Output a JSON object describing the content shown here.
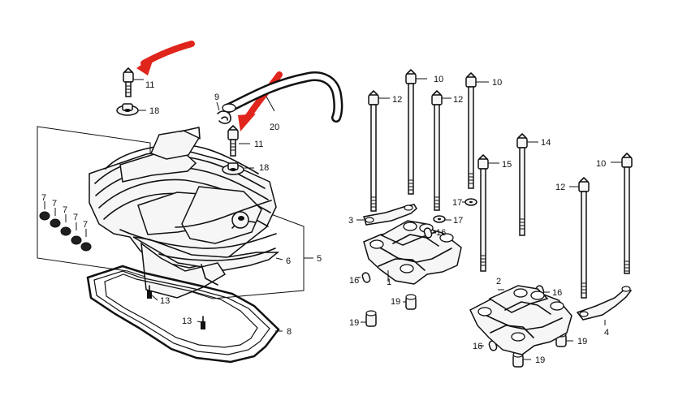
{
  "diagram": {
    "type": "exploded-parts-diagram",
    "labels": {
      "p1": "1",
      "p2": "2",
      "p3": "3",
      "p4": "4",
      "p5": "5",
      "p6": "6",
      "p7": "7",
      "p8": "8",
      "p9": "9",
      "p10": "10",
      "p11": "11",
      "p12": "12",
      "p13": "13",
      "p14": "14",
      "p15": "15",
      "p16": "16",
      "p17": "17",
      "p18": "18",
      "p19": "19",
      "p20": "20"
    },
    "annotation_color": "#e0251c",
    "line_color": "#111111"
  }
}
